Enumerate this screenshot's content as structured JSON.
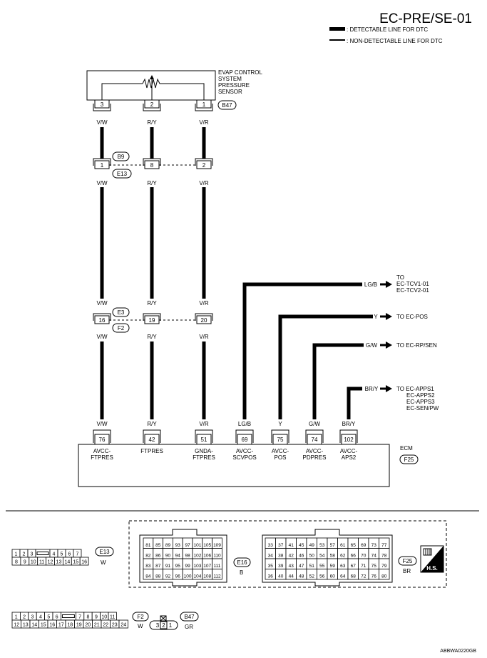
{
  "header": {
    "title": "EC-PRE/SE-01",
    "legend_detectable": ": DETECTABLE LINE FOR DTC",
    "legend_non_detectable": ": NON-DETECTABLE LINE FOR DTC"
  },
  "sensor": {
    "label_lines": [
      "EVAP CONTROL",
      "SYSTEM",
      "PRESSURE",
      "SENSOR"
    ],
    "connector_id": "B47",
    "pins": [
      "3",
      "2",
      "1"
    ]
  },
  "wires": [
    {
      "color": "V/W",
      "pin_b9": "1",
      "pin_e3": "16",
      "ecm_pin": "76",
      "ecm_lines": [
        "AVCC-",
        "FTPRES"
      ]
    },
    {
      "color": "R/Y",
      "pin_b9": "8",
      "pin_e3": "19",
      "ecm_pin": "42",
      "ecm_lines": [
        "FTPRES"
      ]
    },
    {
      "color": "V/R",
      "pin_b9": "2",
      "pin_e3": "20",
      "ecm_pin": "51",
      "ecm_lines": [
        "GNDA-",
        "FTPRES"
      ]
    }
  ],
  "junction_top": {
    "upper": "B9",
    "lower": "E13"
  },
  "junction_mid": {
    "upper": "E3",
    "lower": "F2"
  },
  "branches": [
    {
      "color": "LG/B",
      "ecm_pin": "69",
      "ecm_lines": [
        "AVCC-",
        "SCVPOS"
      ],
      "dest_lines": [
        "TO",
        "EC-TCV1-01",
        "EC-TCV2-01"
      ]
    },
    {
      "color": "Y",
      "ecm_pin": "75",
      "ecm_lines": [
        "AVCC-",
        "POS"
      ],
      "dest_lines": [
        "TO EC-POS"
      ]
    },
    {
      "color": "G/W",
      "ecm_pin": "74",
      "ecm_lines": [
        "AVCC-",
        "PDPRES"
      ],
      "dest_lines": [
        "TO EC-RP/SEN"
      ]
    },
    {
      "color": "BR/Y",
      "ecm_pin": "102",
      "ecm_lines": [
        "AVCC-",
        "APS2"
      ],
      "dest_lines": [
        "TO EC-APPS1",
        "EC-APPS2",
        "EC-APPS3",
        "EC-SEN/PW"
      ]
    }
  ],
  "ecm": {
    "label": "ECM",
    "connector_id": "F25"
  },
  "connectors": {
    "e13": {
      "id": "E13",
      "color": "W",
      "row1": [
        "1",
        "2",
        "3",
        "",
        "4",
        "5",
        "6",
        "7"
      ],
      "row2": [
        "8",
        "9",
        "10",
        "11",
        "12",
        "13",
        "14",
        "15",
        "16"
      ]
    },
    "f2": {
      "id": "F2",
      "color": "W",
      "row1": [
        "1",
        "2",
        "3",
        "4",
        "5",
        "6",
        "",
        "7",
        "8",
        "9",
        "10",
        "11"
      ],
      "row2": [
        "12",
        "13",
        "14",
        "15",
        "16",
        "17",
        "18",
        "19",
        "20",
        "21",
        "22",
        "23",
        "24"
      ]
    },
    "b47": {
      "id": "B47",
      "color": "GR",
      "pins": [
        "3",
        "2",
        "1"
      ]
    },
    "e16": {
      "id": "E16",
      "color": "B",
      "rows": [
        [
          "81",
          "85",
          "89",
          "93",
          "97",
          "101",
          "105",
          "109"
        ],
        [
          "82",
          "86",
          "90",
          "94",
          "98",
          "102",
          "106",
          "110"
        ],
        [
          "83",
          "87",
          "91",
          "95",
          "99",
          "103",
          "107",
          "111"
        ],
        [
          "84",
          "88",
          "92",
          "96",
          "100",
          "104",
          "108",
          "112"
        ]
      ]
    },
    "f25": {
      "id": "F25",
      "color": "BR",
      "rows": [
        [
          "33",
          "37",
          "41",
          "45",
          "49",
          "53",
          "57",
          "61",
          "65",
          "69",
          "73",
          "77"
        ],
        [
          "34",
          "38",
          "42",
          "46",
          "50",
          "54",
          "58",
          "62",
          "66",
          "70",
          "74",
          "78"
        ],
        [
          "35",
          "39",
          "43",
          "47",
          "51",
          "55",
          "59",
          "63",
          "67",
          "71",
          "75",
          "79"
        ],
        [
          "36",
          "40",
          "44",
          "48",
          "52",
          "56",
          "60",
          "64",
          "68",
          "72",
          "76",
          "80"
        ]
      ]
    },
    "hs_label": "H.S."
  },
  "footer_code": "ABBWA0220GB"
}
